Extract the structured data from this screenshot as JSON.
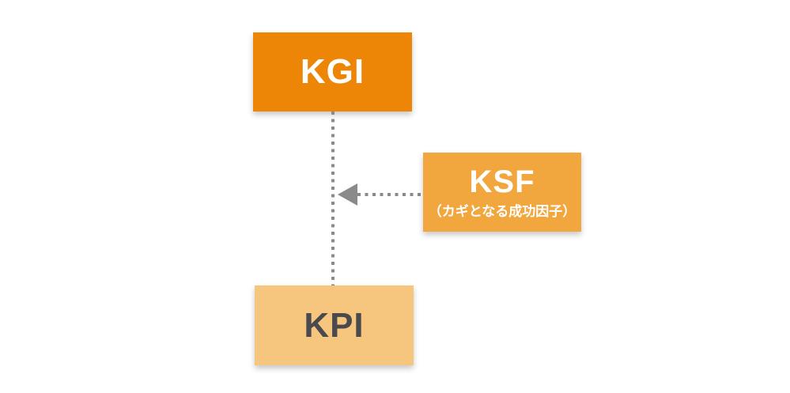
{
  "diagram": {
    "background_color": "#ffffff",
    "connector_color": "#8a8a8a",
    "nodes": {
      "kgi": {
        "label": "KGI",
        "fill": "#ed8506",
        "text_color": "#ffffff"
      },
      "ksf": {
        "label": "KSF",
        "sublabel": "（カギとなる成功因子）",
        "fill": "#f1a63e",
        "text_color": "#ffffff"
      },
      "kpi": {
        "label": "KPI",
        "fill": "#f7c67e",
        "text_color": "#4a4a4e"
      }
    }
  }
}
